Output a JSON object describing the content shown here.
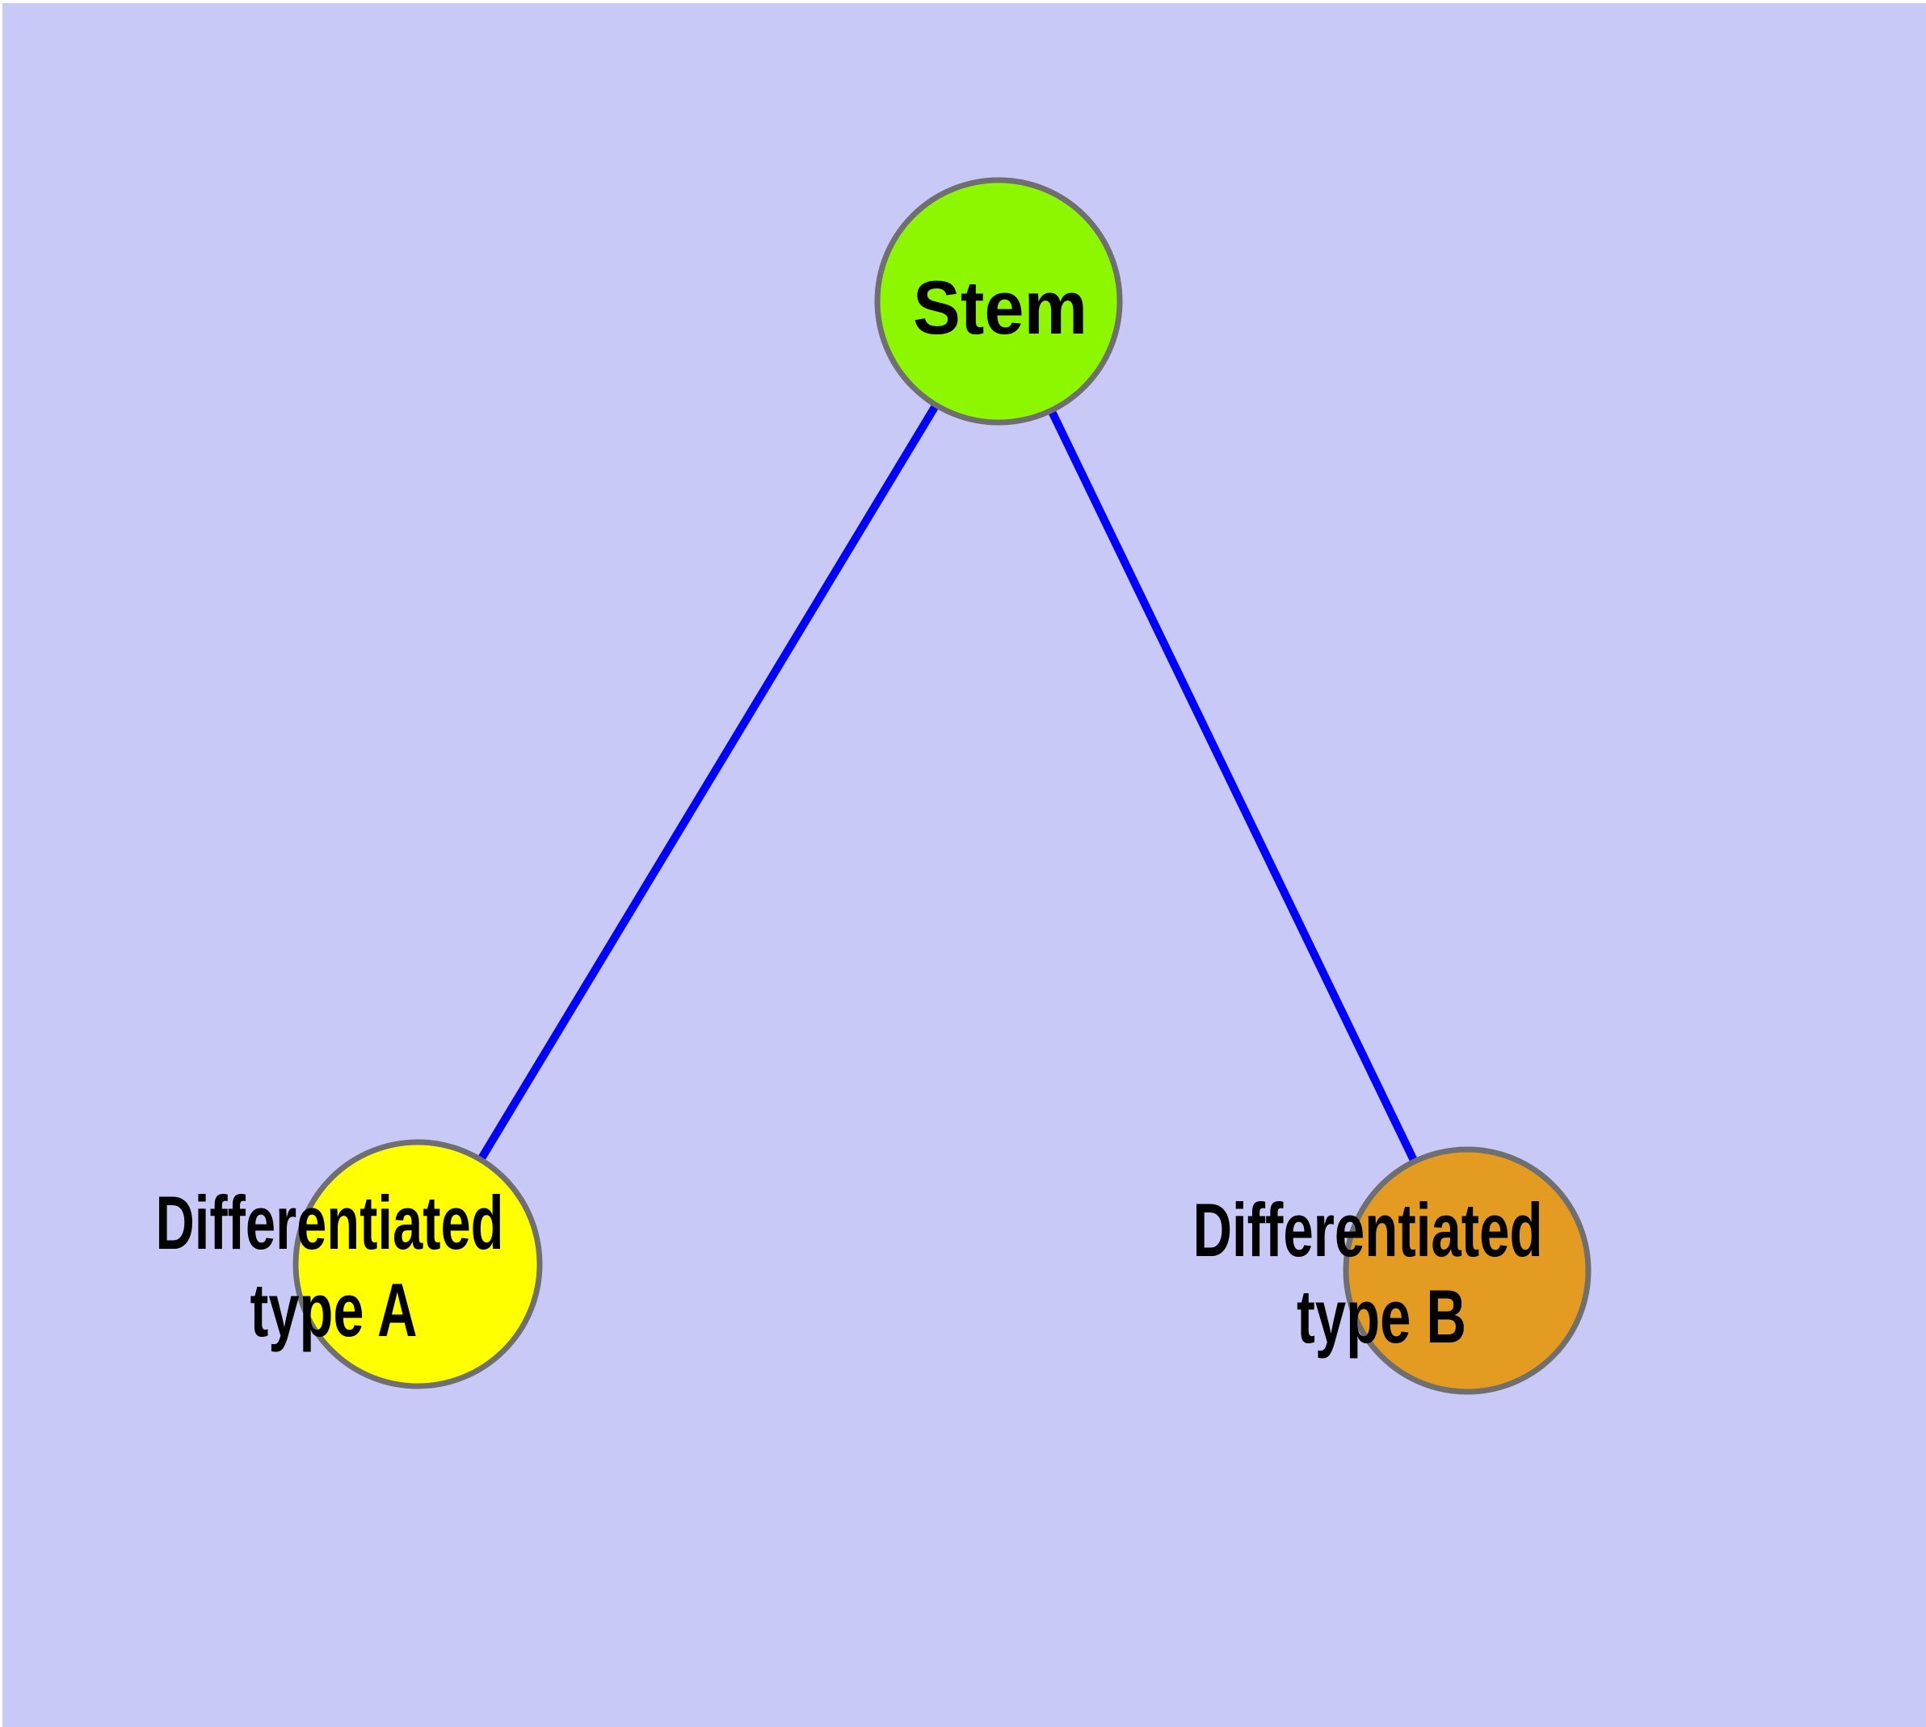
{
  "diagram": {
    "background_color": "#C9C9F7",
    "margin_color": "#FFFFFF",
    "edge_color": "#0000FF",
    "node_border_color": "#6F6F6F",
    "label_color": "#000000",
    "nodes": [
      {
        "id": "stem",
        "label": "Stem",
        "fill": "#8DF700"
      },
      {
        "id": "type-a",
        "label_line1": "Differentiated",
        "label_line2": "type A",
        "fill": "#FFFF00"
      },
      {
        "id": "type-b",
        "label_line1": "Differentiated",
        "label_line2": "type B",
        "fill": "#E39B21"
      }
    ],
    "edges": [
      {
        "from": "Stem",
        "to": "Differentiated type A"
      },
      {
        "from": "Stem",
        "to": "Differentiated type B"
      }
    ]
  }
}
